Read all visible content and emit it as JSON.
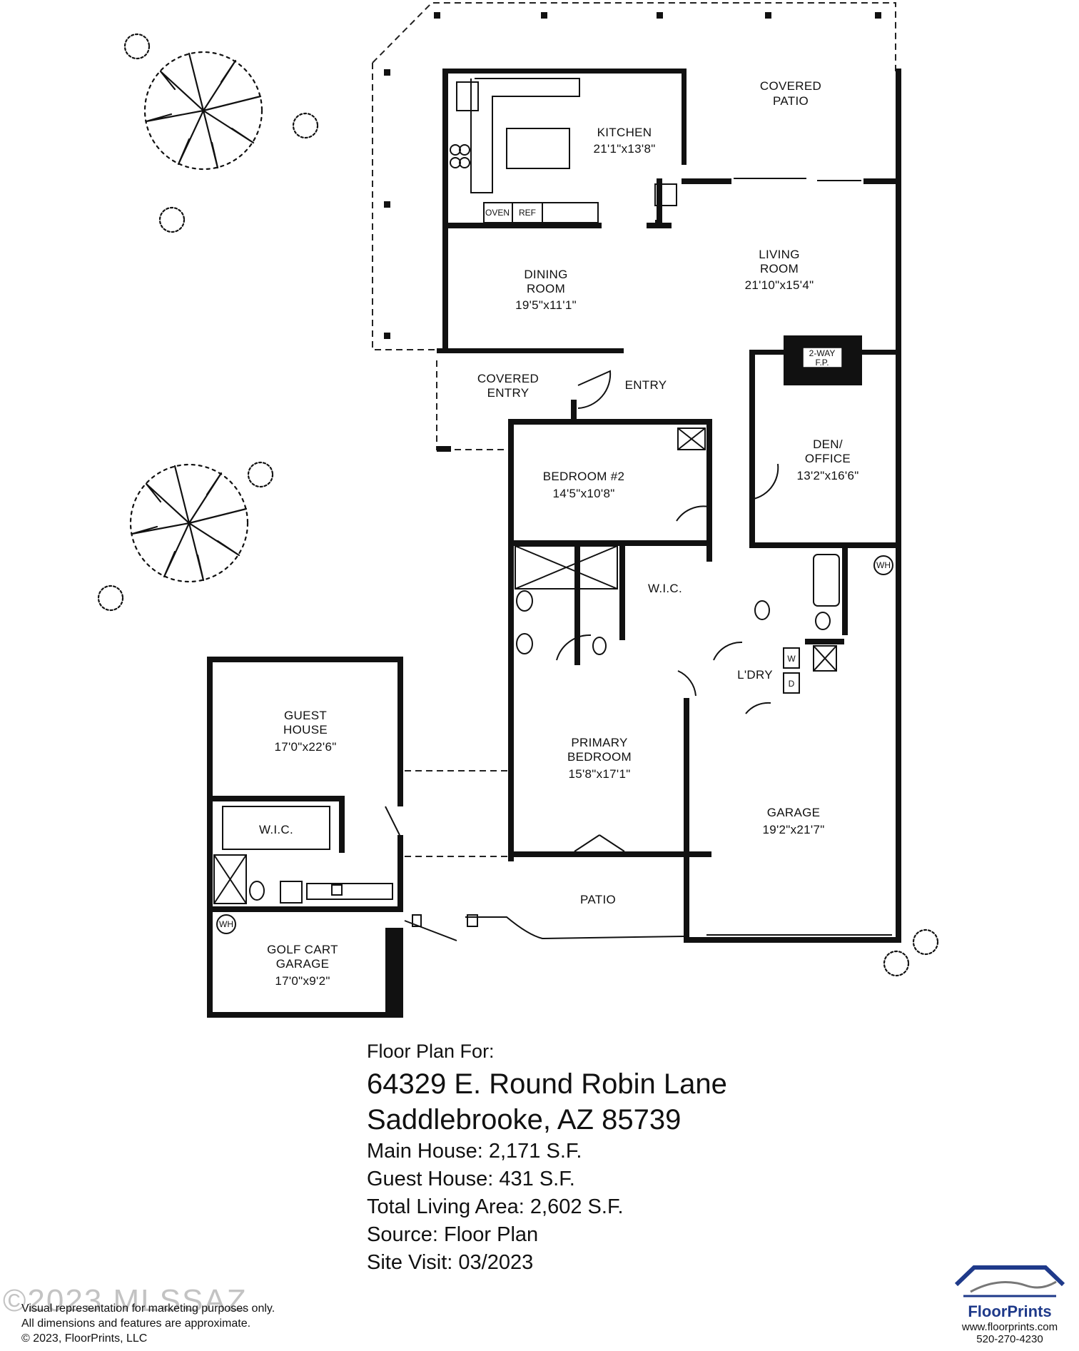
{
  "rooms": {
    "covered_patio": [
      "COVERED",
      "PATIO"
    ],
    "kitchen": [
      "KITCHEN",
      "21'1\"x13'8\""
    ],
    "dining": [
      "DINING",
      "ROOM",
      "19'5\"x11'1\""
    ],
    "living": [
      "LIVING",
      "ROOM",
      "21'10\"x15'4\""
    ],
    "covered_entry": [
      "COVERED",
      "ENTRY"
    ],
    "entry": "ENTRY",
    "bedroom2": [
      "BEDROOM #2",
      "14'5\"x10'8\""
    ],
    "den": [
      "DEN/",
      "OFFICE",
      "13'2\"x16'6\""
    ],
    "wic_primary": "W.I.C.",
    "laundry": "L'DRY",
    "primary": [
      "PRIMARY",
      "BEDROOM",
      "15'8\"x17'1\""
    ],
    "garage": [
      "GARAGE",
      "19'2\"x21'7\""
    ],
    "guest": [
      "GUEST",
      "HOUSE",
      "17'0\"x22'6\""
    ],
    "wic_guest": "W.I.C.",
    "patio": "PATIO",
    "golf": [
      "GOLF CART",
      "GARAGE",
      "17'0\"x9'2\""
    ]
  },
  "fixtures": {
    "oven": "OVEN",
    "ref": "REF",
    "fireplace": [
      "2-WAY",
      "F.P."
    ],
    "wh": "WH",
    "washer": "W",
    "dryer": "D"
  },
  "info": {
    "label": "Floor Plan For:",
    "address1": "64329 E. Round Robin Lane",
    "address2": "Saddlebrooke, AZ  85739",
    "main_house": "Main House:  2,171 S.F.",
    "guest_house": "Guest House:  431 S.F.",
    "total": "Total Living Area:  2,602 S.F.",
    "source": "Source:  Floor Plan",
    "visit": "Site Visit:  03/2023"
  },
  "footer": {
    "line1": "Visual representation for marketing purposes only.",
    "line2": "All dimensions and features are approximate.",
    "line3": "© 2023, FloorPrints, LLC",
    "watermark": "©2023 MLSSAZ"
  },
  "logo": {
    "brand": "FloorPrints",
    "website": "www.floorprints.com",
    "phone": "520-270-4230"
  },
  "colors": {
    "ink": "#111111",
    "brand": "#1f3a8a"
  }
}
